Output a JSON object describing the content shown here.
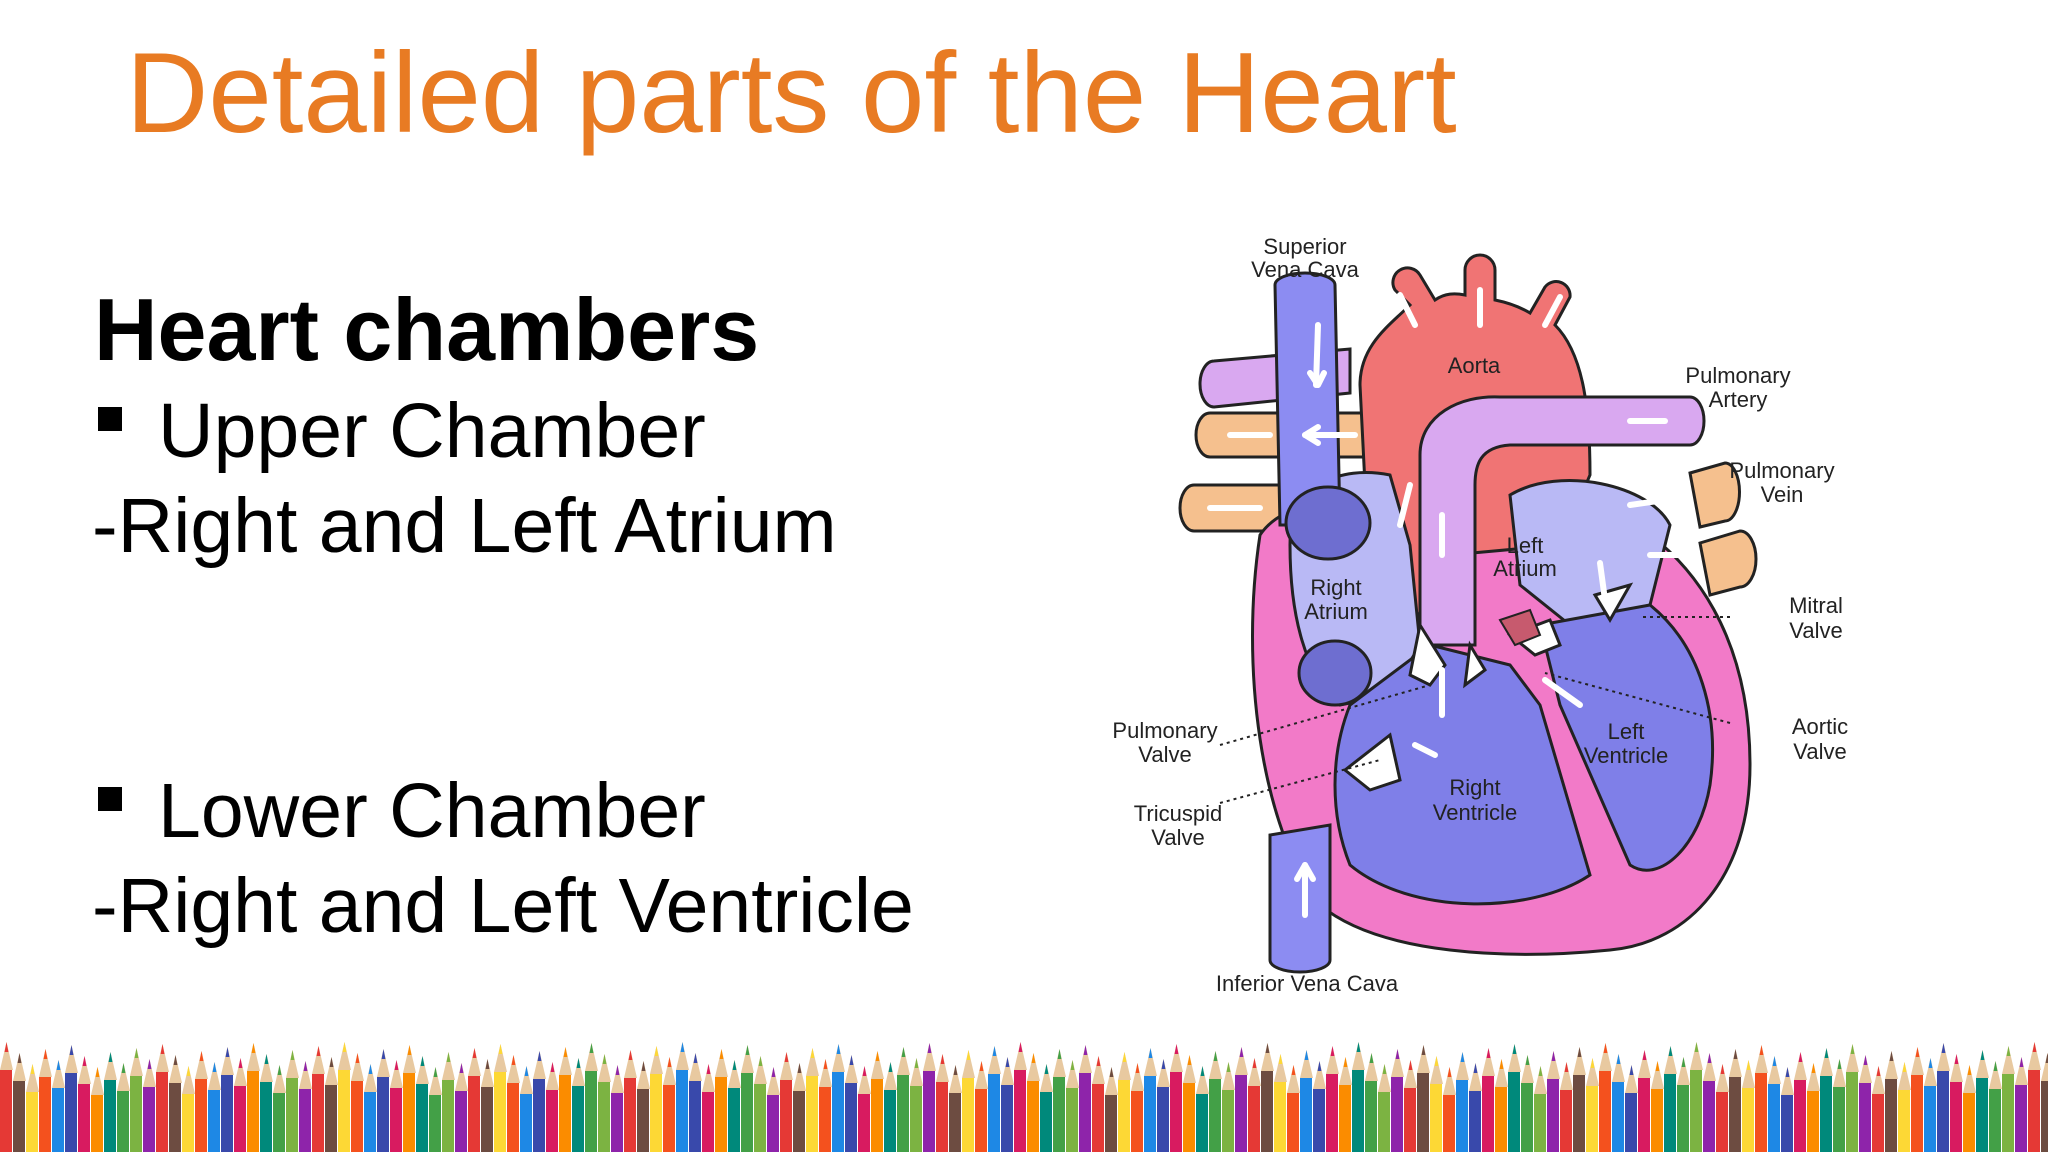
{
  "title": "Detailed parts of the Heart",
  "content": {
    "heading": "Heart chambers",
    "bullets": [
      {
        "label": "Upper Chamber",
        "detail": "-Right and Left Atrium"
      },
      {
        "label": "Lower Chamber",
        "detail": "-Right and Left Ventricle"
      }
    ]
  },
  "diagram": {
    "labels": {
      "superior_vena_cava": [
        "Superior",
        "Vena Cava"
      ],
      "aorta": "Aorta",
      "pulmonary_artery": [
        "Pulmonary",
        "Artery"
      ],
      "pulmonary_vein": [
        "Pulmonary",
        "Vein"
      ],
      "left_atrium": [
        "Left",
        "Atrium"
      ],
      "right_atrium": [
        "Right",
        "Atrium"
      ],
      "mitral_valve": [
        "Mitral",
        "Valve"
      ],
      "aortic_valve": [
        "Aortic",
        "Valve"
      ],
      "pulmonary_valve": [
        "Pulmonary",
        "Valve"
      ],
      "left_ventricle": [
        "Left",
        "Ventricle"
      ],
      "tricuspid_valve": [
        "Tricuspid",
        "Valve"
      ],
      "right_ventricle": [
        "Right",
        "Ventricle"
      ],
      "inferior_vena_cava": "Inferior Vena Cava"
    }
  },
  "colors": {
    "title": "#E87B23",
    "vena_cava": "#8C8CF2",
    "aorta": "#F07474",
    "pulmonary_artery": "#D9A8F0",
    "pulmonary_vein": "#F5C08E",
    "heart_wall": "#F27AC8",
    "atrium_fill": "#B9B9F5",
    "ventricle_fill": "#7F7FE8"
  },
  "decorations": {
    "footer": "colored-pencils-border"
  }
}
